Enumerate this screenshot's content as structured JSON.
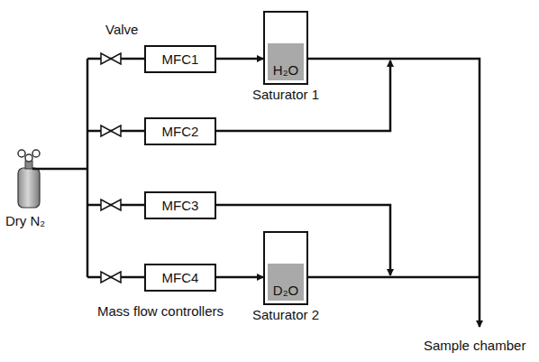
{
  "diagram": {
    "nodes": [
      {
        "text": [
          "MFC1"
        ]
      },
      {
        "text": [
          "MFC2"
        ]
      },
      {
        "text": [
          "MFC3"
        ]
      },
      {
        "text": [
          "MFC4"
        ]
      },
      {
        "text": [
          "H₂O",
          "Saturator 1"
        ]
      },
      {
        "text": [
          "D₂O",
          "Saturator 2"
        ]
      }
    ],
    "edges": [
      {
        "from": 0,
        "to": 4,
        "arrow": "to"
      },
      {
        "from": 3,
        "to": 5,
        "arrow": "to"
      }
    ],
    "labels": [
      "Valve",
      "Dry N₂",
      "Mass flow controllers",
      "Sample chamber"
    ]
  }
}
